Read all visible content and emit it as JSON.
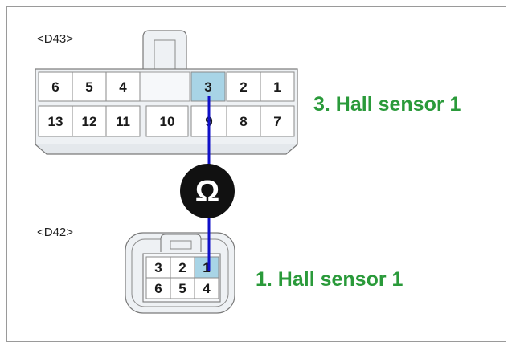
{
  "connectors": {
    "d43": {
      "name": "<D43>",
      "top_row": [
        "6",
        "5",
        "4",
        "3",
        "2",
        "1"
      ],
      "bottom_row": [
        "13",
        "12",
        "11",
        "10",
        "9",
        "8",
        "7"
      ],
      "highlight_pin": "3"
    },
    "d42": {
      "name": "<D42>",
      "top_row": [
        "3",
        "2",
        "1"
      ],
      "bottom_row": [
        "6",
        "5",
        "4"
      ],
      "highlight_pin": "1"
    }
  },
  "labels": {
    "d43_pin": "3. Hall sensor 1",
    "d42_pin": "1. Hall sensor 1"
  },
  "meter": {
    "symbol": "Ω"
  },
  "colors": {
    "wire": "#1010c8",
    "highlight": "#a8d4e6",
    "caption": "#2a9a3a",
    "connector_fill": "#eef1f4",
    "connector_stroke": "#7a7a7a"
  }
}
